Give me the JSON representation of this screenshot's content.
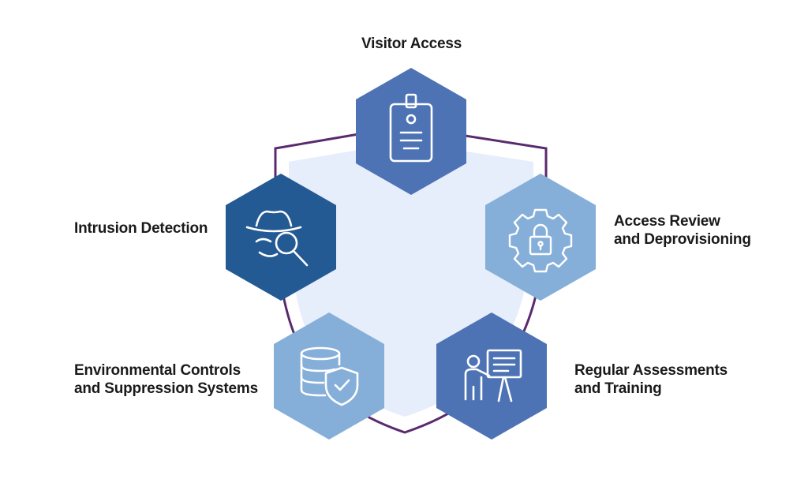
{
  "nodes": [
    {
      "id": "visitor-access",
      "lines": [
        "Visitor Access"
      ],
      "icon": "id-badge-icon",
      "color": "#4e73b5"
    },
    {
      "id": "access-review",
      "lines": [
        "Access Review",
        "and Deprovisioning"
      ],
      "icon": "gear-lock-icon",
      "color": "#85afd9"
    },
    {
      "id": "regular-assessments",
      "lines": [
        "Regular Assessments",
        "and Training"
      ],
      "icon": "presenter-board-icon",
      "color": "#4e73b5"
    },
    {
      "id": "environmental-controls",
      "lines": [
        "Environmental Controls",
        "and Suppression Systems"
      ],
      "icon": "database-shield-icon",
      "color": "#85afd9"
    },
    {
      "id": "intrusion-detection",
      "lines": [
        "Intrusion Detection"
      ],
      "icon": "spy-magnifier-icon",
      "color": "#245a94"
    }
  ],
  "colors": {
    "shield_fill": "#e6edfb",
    "shield_outline": "#5a2a6e",
    "icon_stroke": "#ffffff"
  }
}
